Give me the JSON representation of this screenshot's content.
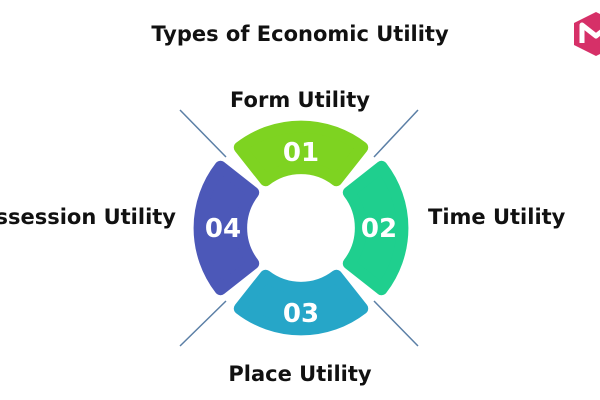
{
  "title": "Types of Economic Utility",
  "segments": [
    {
      "number": "01",
      "label": "Form Utility",
      "position": "top",
      "color": "#7ed321"
    },
    {
      "number": "02",
      "label": "Time Utility",
      "position": "right",
      "color": "#1fcf8e"
    },
    {
      "number": "03",
      "label": "Place Utility",
      "position": "bottom",
      "color": "#26a6c8"
    },
    {
      "number": "04",
      "label": "ssession Utility",
      "position": "left",
      "color": "#4c58b8"
    }
  ],
  "logo": {
    "icon": "brand-logo-icon",
    "color": "#d63068"
  }
}
